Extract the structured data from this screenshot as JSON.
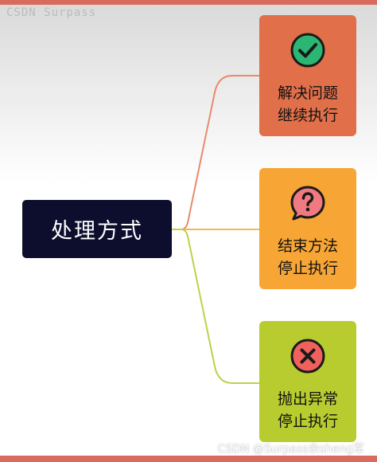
{
  "watermark": "CSDN Surpass",
  "root": {
    "label": "处理方式"
  },
  "outcomes": [
    {
      "line1": "解决问题",
      "line2": "继续执行",
      "icon": "check-icon",
      "color": "#e06f4a"
    },
    {
      "line1": "结束方法",
      "line2": "停止执行",
      "icon": "question-bubble-icon",
      "color": "#f7a535"
    },
    {
      "line1": "抛出异常",
      "line2": "停止执行",
      "icon": "cross-icon",
      "color": "#b8cc2f"
    }
  ],
  "credit": "CSDN @Surpass余sheng军"
}
